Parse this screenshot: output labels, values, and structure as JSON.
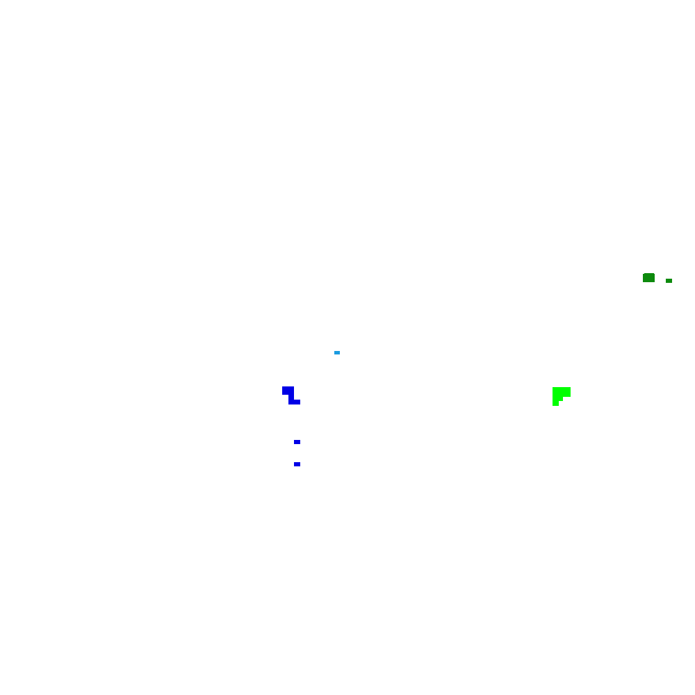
{
  "colors": {
    "background": "#ffffff",
    "dark_green": "#0d8a0d",
    "light_blue": "#1a9be0",
    "blue": "#0000e6",
    "bright_green": "#00ff00"
  },
  "shapes": [
    {
      "name": "dark-green-blob-large",
      "color": "dark_green"
    },
    {
      "name": "dark-green-blob-small",
      "color": "dark_green"
    },
    {
      "name": "light-blue-dot",
      "color": "light_blue"
    },
    {
      "name": "blue-z-shape",
      "color": "blue"
    },
    {
      "name": "bright-green-corner-shape",
      "color": "bright_green"
    },
    {
      "name": "blue-dot-upper",
      "color": "blue"
    },
    {
      "name": "blue-dot-lower",
      "color": "blue"
    }
  ]
}
